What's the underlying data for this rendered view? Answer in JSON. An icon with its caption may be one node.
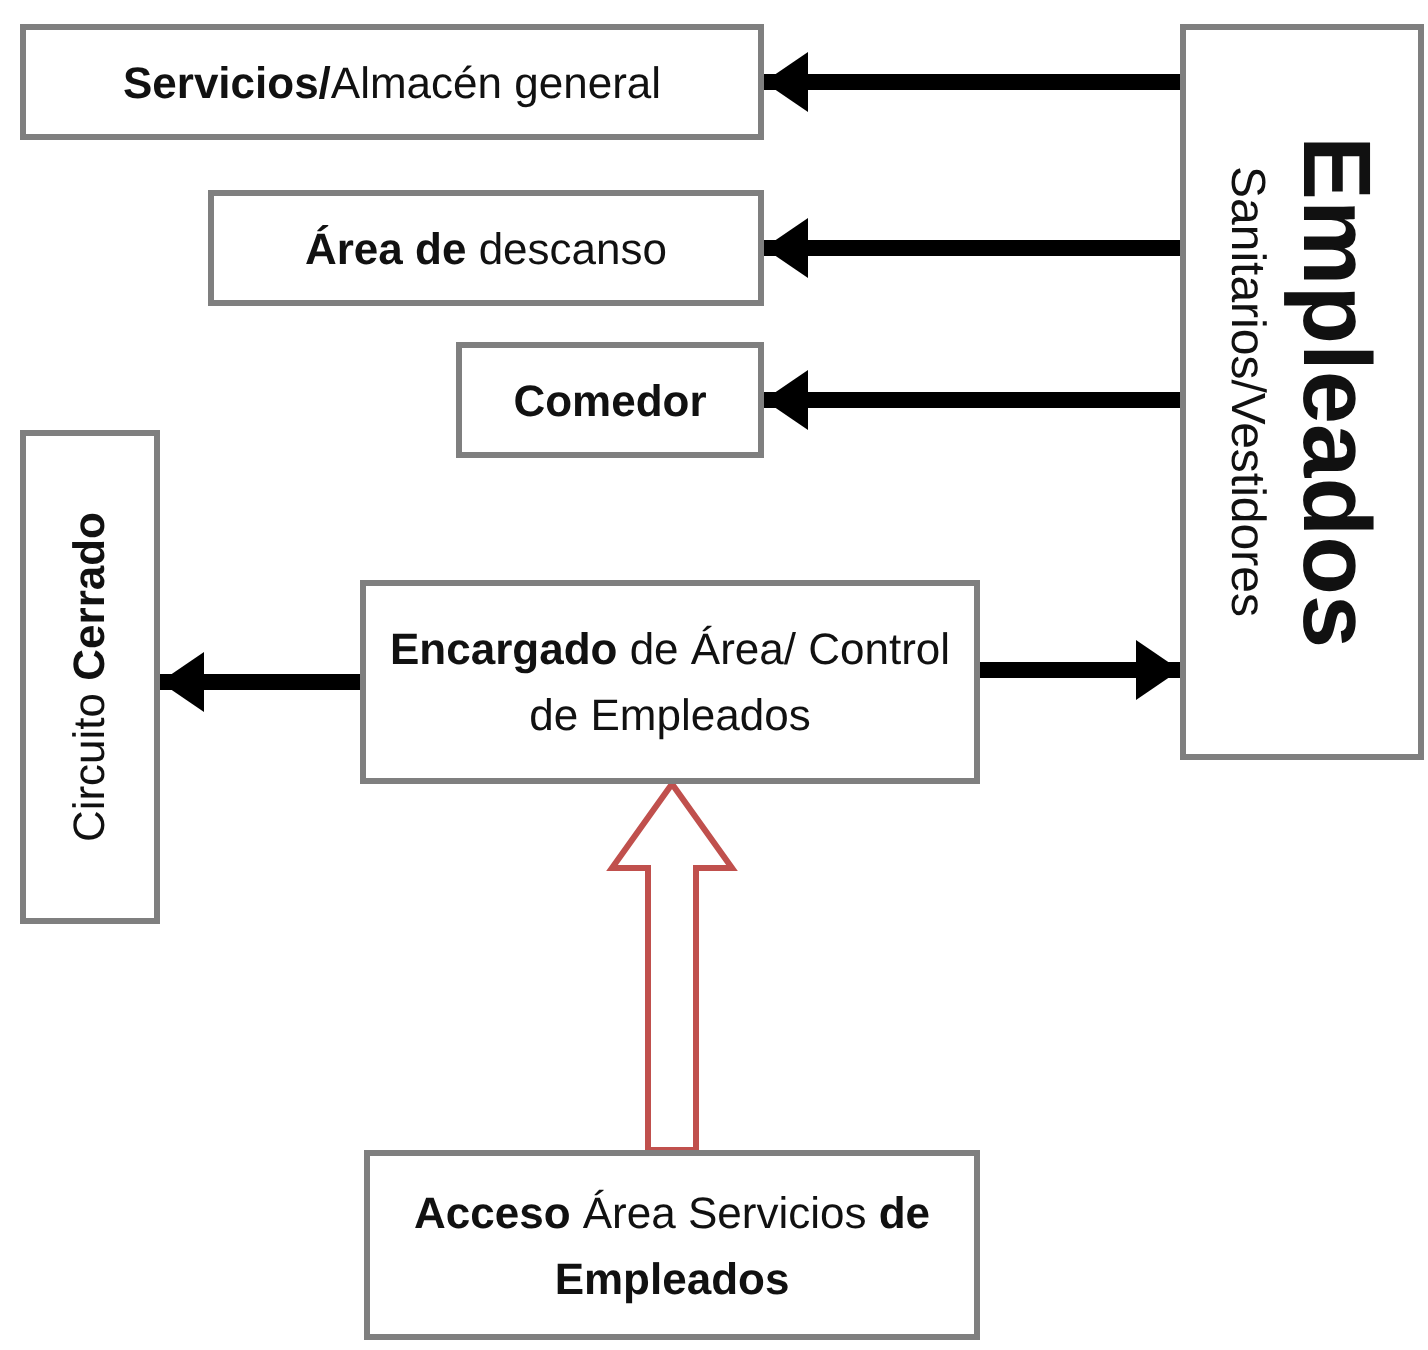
{
  "diagram": {
    "nodes": [
      {
        "text": [
          "**Servicios/**Almacén general"
        ]
      },
      {
        "text": [
          "**Área de** descanso"
        ]
      },
      {
        "text": [
          "**Comedor**"
        ]
      },
      {
        "text": [
          "Sanitarios/Vestidores",
          "**Empleados**"
        ]
      },
      {
        "text": [
          "Circuito **Cerrado**"
        ]
      },
      {
        "text": [
          "**Encargado** de Área/ Control de Empleados"
        ]
      },
      {
        "text": [
          "**Acceso** Área Servicios **de Empleados**"
        ]
      }
    ],
    "edges": [
      {
        "from": 3,
        "to": 0,
        "arrow": "to"
      },
      {
        "from": 3,
        "to": 1,
        "arrow": "to"
      },
      {
        "from": 3,
        "to": 2,
        "arrow": "to"
      },
      {
        "from": 5,
        "to": 4,
        "arrow": "to"
      },
      {
        "from": 5,
        "to": 3,
        "arrow": "to"
      },
      {
        "from": 6,
        "to": 5,
        "arrow": "to",
        "style": "thick",
        "color": "#c0504d"
      }
    ]
  }
}
